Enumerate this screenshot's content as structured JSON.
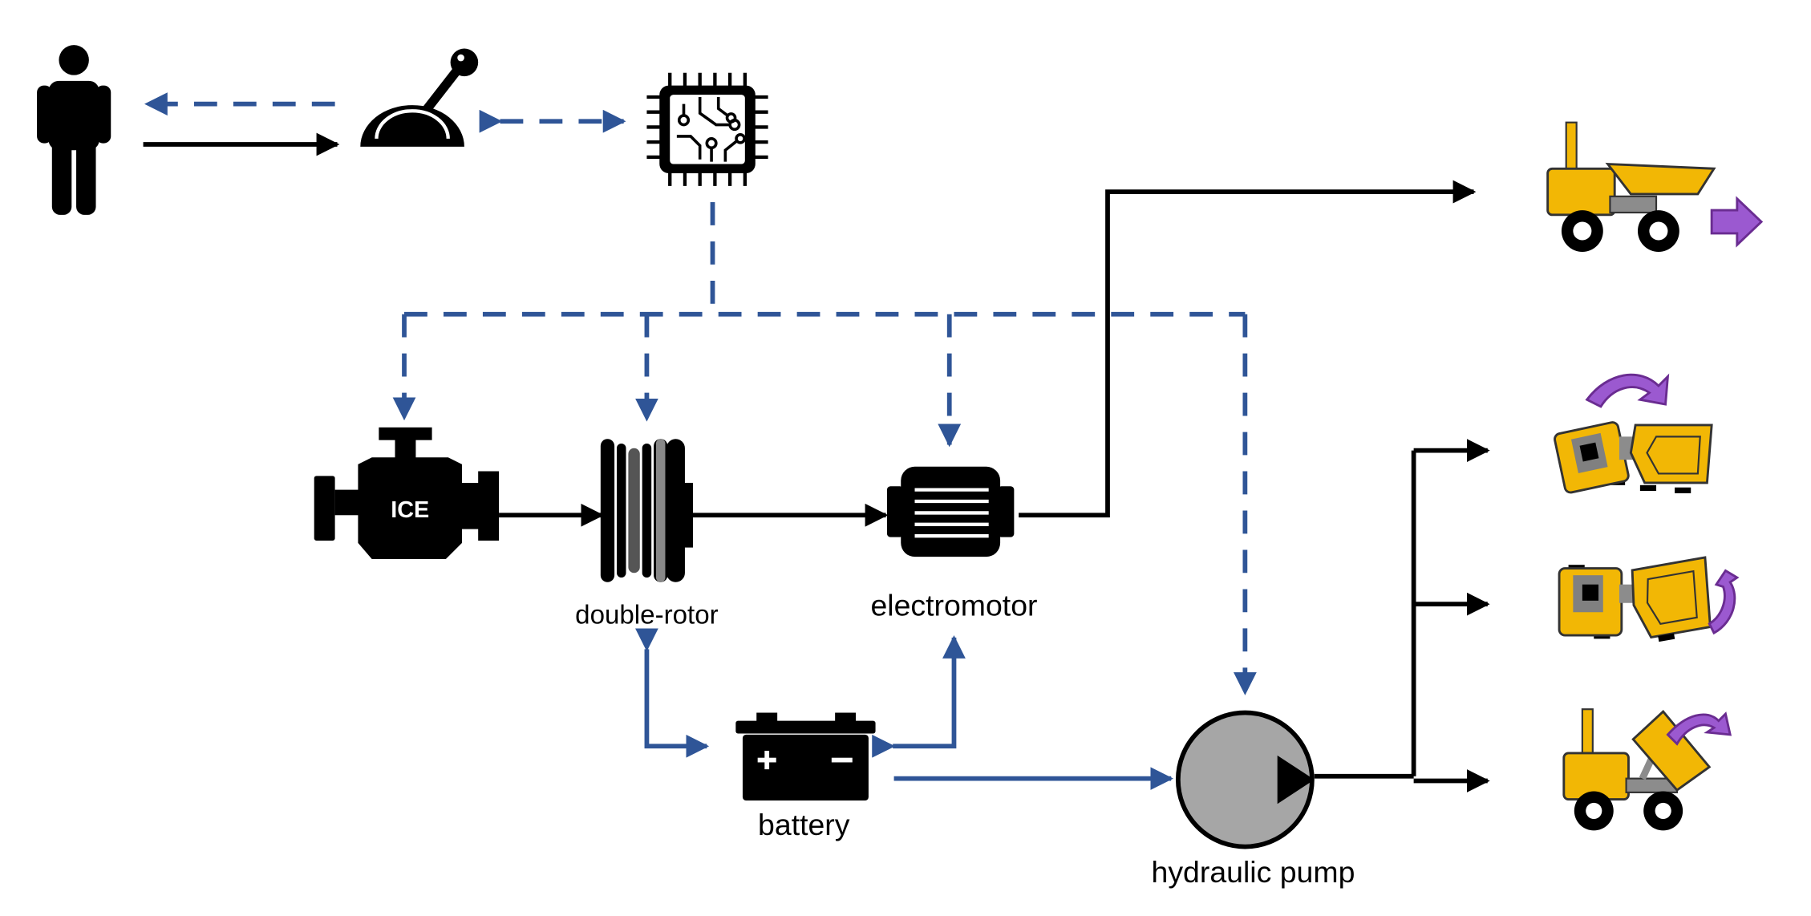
{
  "labels": {
    "ice": "ICE",
    "double_rotor": "double-rotor",
    "electromotor": "electromotor",
    "battery": "battery",
    "hydraulic_pump": "hydraulic pump"
  },
  "colors": {
    "signal": "#2F5597",
    "power": "#000000",
    "dumper_body": "#F2B705",
    "motion_arrow": "#9B59D0",
    "pump_fill": "#A6A6A6"
  },
  "icons": [
    "person-icon",
    "lever-icon",
    "controller-chip-icon",
    "engine-icon",
    "double-rotor-icon",
    "electromotor-icon",
    "battery-icon",
    "hydraulic-pump-icon",
    "dumper-drive-icon",
    "dumper-steer-left-icon",
    "dumper-steer-right-icon",
    "dumper-tip-icon"
  ]
}
